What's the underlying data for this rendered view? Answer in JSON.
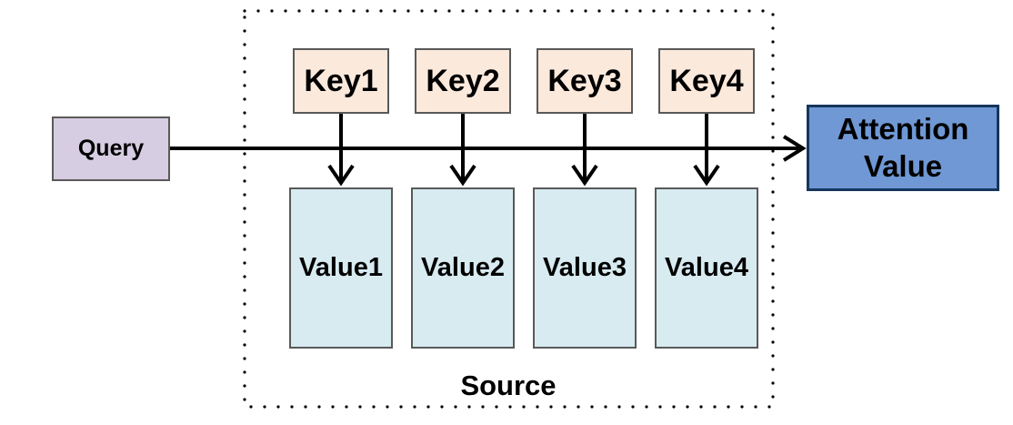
{
  "query": {
    "label": "Query"
  },
  "keys": [
    {
      "label": "Key1"
    },
    {
      "label": "Key2"
    },
    {
      "label": "Key3"
    },
    {
      "label": "Key4"
    }
  ],
  "values": [
    {
      "label": "Value1"
    },
    {
      "label": "Value2"
    },
    {
      "label": "Value3"
    },
    {
      "label": "Value4"
    }
  ],
  "output": {
    "line1": "Attention",
    "line2": "Value"
  },
  "container": {
    "label": "Source"
  },
  "colors": {
    "query-fill": "#D7CDE2",
    "key-fill": "#FBE9DC",
    "value-fill": "#D7EBF1",
    "output-fill": "#6F98D4",
    "box-border": "#595959",
    "output-border": "#16365D",
    "wire": "#000000"
  }
}
